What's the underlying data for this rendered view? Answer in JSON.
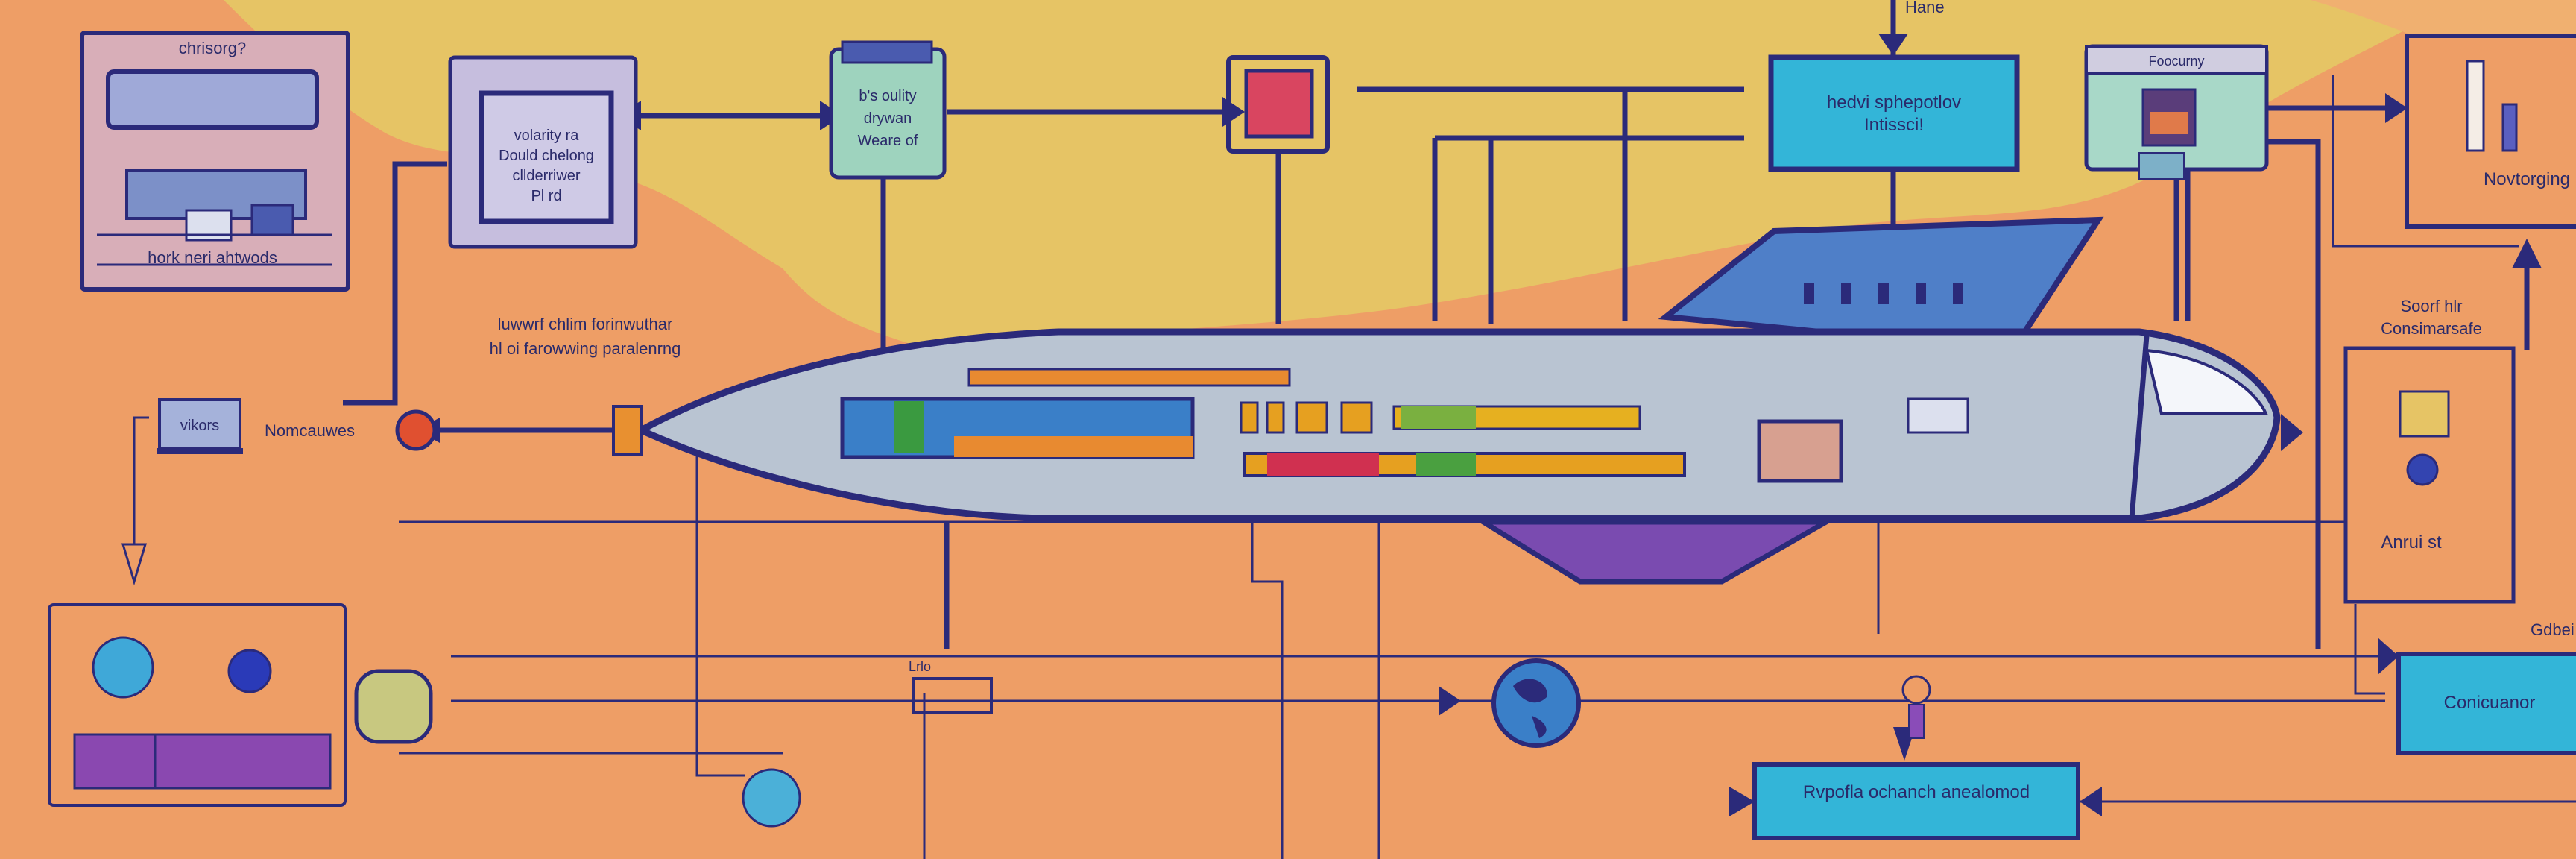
{
  "title_top": "Hane",
  "nodes": {
    "top_left_panel": {
      "title": "chrisorg?",
      "caption": "hork neri ahtwods"
    },
    "velocity_panel": {
      "lines": [
        "volarity ra",
        "Dould chelong",
        "cllderriwer",
        "Pl rd"
      ]
    },
    "teal_panel": {
      "lines": [
        "b's oulity",
        "drywan",
        "Weare of"
      ]
    },
    "blue_interface": {
      "lines": [
        "hedvi sphepotlov",
        "Intissci!"
      ]
    },
    "device_panel": {
      "label": "Foocurny"
    },
    "right_top_panel": {
      "label": "Novtorging"
    },
    "right_caption": {
      "lines": [
        "Soorf hlr",
        "Consimarsafe"
      ]
    },
    "right_mid_panel": {
      "label": "Anrui st"
    },
    "right_small_label": "Gdbei",
    "cyan_right_box": {
      "label": "Conicuanor"
    },
    "bottom_box": {
      "label": "Rvpofla ochanch anealomod"
    },
    "left_caption": {
      "lines": [
        "luwwrf chlim forinwuthar",
        "hl oi farowwing paralenrng"
      ]
    },
    "monitor_label": "vikors",
    "side_label": "Nomcauwes",
    "small_label": "Lrlo"
  },
  "colors": {
    "background": "#EE9E66",
    "sky": "#E6C465",
    "line": "#2B2A7A",
    "cyan": "#33B5D8",
    "teal": "#9ED3BE",
    "lavender": "#C3BEDD",
    "purple": "#7A4BB0",
    "hull": "#B9C4D2"
  }
}
